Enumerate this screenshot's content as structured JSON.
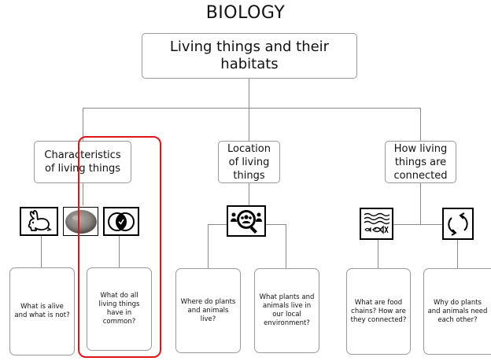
{
  "title": "BIOLOGY",
  "root": {
    "label": "Living things and their habitats"
  },
  "categories": [
    {
      "label": "Characteristics of living things"
    },
    {
      "label": "Location of living things"
    },
    {
      "label": "How living things are connected"
    }
  ],
  "questions": [
    {
      "label": "What is alive and what is not?"
    },
    {
      "label": "What do all living things have in common?"
    },
    {
      "label": "Where do plants and animals live?"
    },
    {
      "label": "What plants and animals live in our local environment?"
    },
    {
      "label": "What are food chains? How are they connected?"
    },
    {
      "label": "Why do plants and animals need each other?"
    }
  ],
  "icons": [
    "rabbit-icon",
    "rock-photo",
    "venn-icon",
    "magnifier-people-icon",
    "water-fish-icon",
    "cycle-arrows-icon"
  ],
  "colors": {
    "highlight": "#e0141c",
    "line": "#8a8a8a",
    "border": "#9a9a9a"
  }
}
